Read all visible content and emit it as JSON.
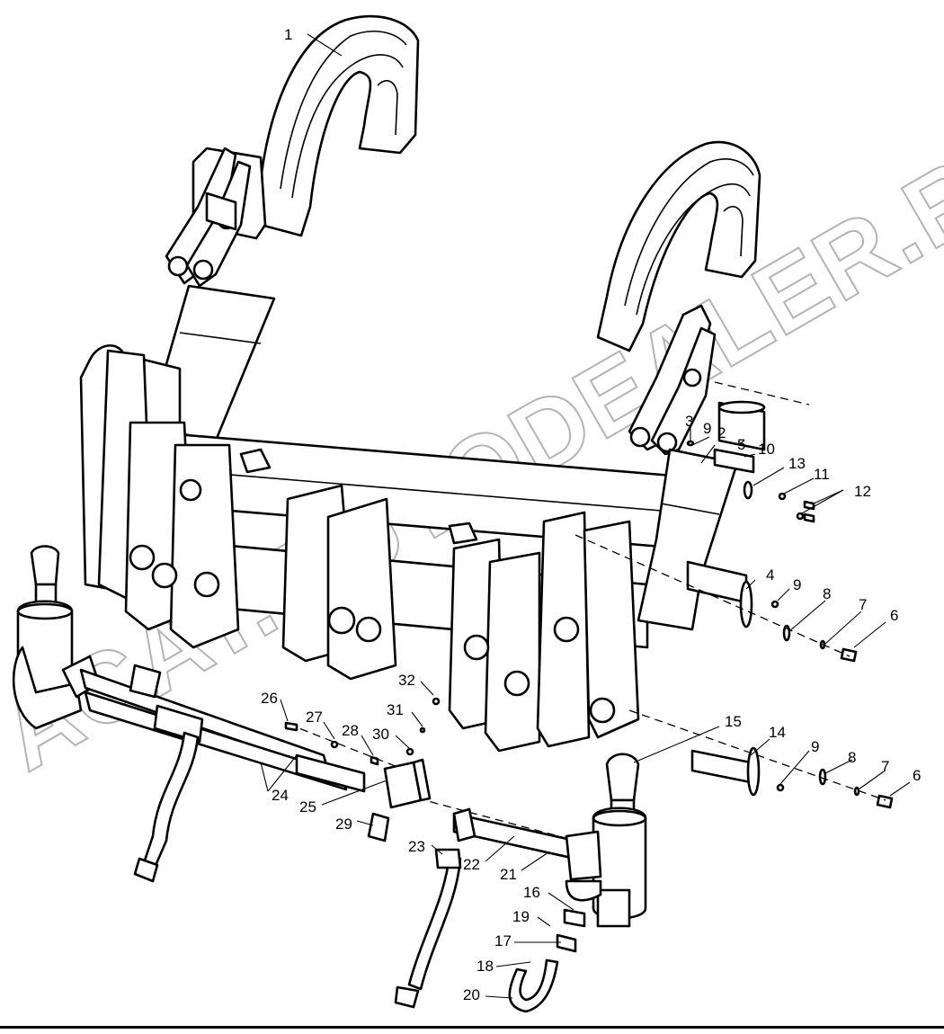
{
  "watermark": "ACAT.AUTODEALER.RU",
  "callouts": [
    {
      "id": "c1",
      "label": "1"
    },
    {
      "id": "c2",
      "label": "2"
    },
    {
      "id": "c3",
      "label": "3"
    },
    {
      "id": "c4",
      "label": "4"
    },
    {
      "id": "c5",
      "label": "5"
    },
    {
      "id": "c6a",
      "label": "6"
    },
    {
      "id": "c6b",
      "label": "6"
    },
    {
      "id": "c7a",
      "label": "7"
    },
    {
      "id": "c7b",
      "label": "7"
    },
    {
      "id": "c8a",
      "label": "8"
    },
    {
      "id": "c8b",
      "label": "8"
    },
    {
      "id": "c9a",
      "label": "9"
    },
    {
      "id": "c9b",
      "label": "9"
    },
    {
      "id": "c9c",
      "label": "9"
    },
    {
      "id": "c10",
      "label": "10"
    },
    {
      "id": "c11",
      "label": "11"
    },
    {
      "id": "c12",
      "label": "12"
    },
    {
      "id": "c13",
      "label": "13"
    },
    {
      "id": "c14",
      "label": "14"
    },
    {
      "id": "c15",
      "label": "15"
    },
    {
      "id": "c16",
      "label": "16"
    },
    {
      "id": "c17",
      "label": "17"
    },
    {
      "id": "c18",
      "label": "18"
    },
    {
      "id": "c19",
      "label": "19"
    },
    {
      "id": "c20",
      "label": "20"
    },
    {
      "id": "c21",
      "label": "21"
    },
    {
      "id": "c22",
      "label": "22"
    },
    {
      "id": "c23",
      "label": "23"
    },
    {
      "id": "c24",
      "label": "24"
    },
    {
      "id": "c25",
      "label": "25"
    },
    {
      "id": "c26",
      "label": "26"
    },
    {
      "id": "c27",
      "label": "27"
    },
    {
      "id": "c28",
      "label": "28"
    },
    {
      "id": "c29",
      "label": "29"
    },
    {
      "id": "c30",
      "label": "30"
    },
    {
      "id": "c31",
      "label": "31"
    },
    {
      "id": "c32",
      "label": "32"
    }
  ]
}
